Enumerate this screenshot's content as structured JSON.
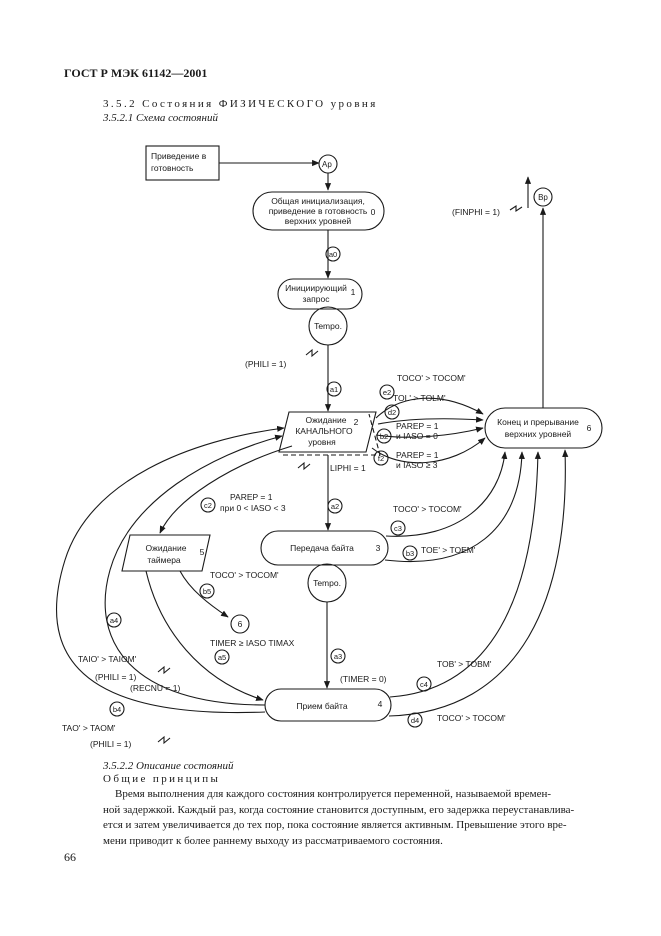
{
  "header": {
    "title": "ГОСТ Р МЭК 61142—2001"
  },
  "section_352": "3.5.2 Состояния ФИЗИЧЕСКОГО уровня",
  "section_3521": "3.5.2.1 Схема состояний",
  "diagram": {
    "prep_box": [
      "Приведение в",
      "готовность"
    ],
    "node_ap": "Ap",
    "node_bp": "Bp",
    "state0": {
      "lines": [
        "Общая инициализация,",
        "приведение в готовность",
        "верхних уровней"
      ],
      "num": "0"
    },
    "state1": {
      "lines": [
        "Инициирующий",
        "запрос"
      ],
      "num": "1"
    },
    "tempo1": "Tempo.",
    "state2": {
      "lines": [
        "Ожидание",
        "КАНАЛЬНОГО",
        "уровня"
      ],
      "num": "2"
    },
    "state3": {
      "lines": [
        "Передача байта"
      ],
      "num": "3"
    },
    "tempo3": "Tempo.",
    "state4": {
      "lines": [
        "Прием байта"
      ],
      "num": "4"
    },
    "state5": {
      "lines": [
        "Ожидание",
        "таймера"
      ],
      "num": "5"
    },
    "state6": {
      "lines": [
        "Конец и прерывание",
        "верхних уровней"
      ],
      "num": "6"
    },
    "state6_small": "6",
    "t_a0": "a0",
    "t_a1": "a1",
    "t_a2": "a2",
    "t_a3": "a3",
    "t_a4": "a4",
    "t_a5": "a5",
    "t_b2": "b2",
    "t_b3": "b3",
    "t_b4": "b4",
    "t_b5": "b5",
    "t_c2": "c2",
    "t_c3": "c3",
    "t_c4": "c4",
    "t_d2": "d2",
    "t_d4": "d4",
    "t_e2": "e2",
    "t_f2": "f2",
    "lbl_finphi": "(FINPHI = 1)",
    "lbl_phil": "(PHILI = 1)",
    "lbl_toco_e2": "TOCO' > TOCOM'",
    "lbl_tol": "TOL' > TOLM'",
    "lbl_parep_b2": [
      "PAREP = 1",
      "и IASO = 0"
    ],
    "lbl_parep_f2": [
      "PAREP = 1",
      "и IASO ≥ 3"
    ],
    "lbl_liphi": "LIPHI = 1",
    "lbl_parep_c2": [
      "PAREP = 1",
      "при 0 < IASO < 3"
    ],
    "lbl_toco_c3": "TOCO' > TOCOM'",
    "lbl_toe": "TOE' > TOEM'",
    "lbl_toco_b5": "TOCO' > TOCOM'",
    "lbl_timer_iaso": "TIMER ≥ IASO TIMAX",
    "lbl_taio": "TAIO' > TAIOM'",
    "lbl_phili_a": "(PHILI = 1)",
    "lbl_recnu": "(RECNU = 1)",
    "lbl_timer0": "(TIMER = 0)",
    "lbl_tob": "TOB' > TOBM'",
    "lbl_tao": "TAO' > TAOM'",
    "lbl_phili_b": "(PHILI = 1)",
    "lbl_toco_d4": "TOCO' > TOCOM'"
  },
  "section_3522": "3.5.2.2 Описание состояний",
  "general_heading": "Общие принципы",
  "paragraph_lines": [
    "Время выполнения для каждого состояния контролируется переменной, называемой времен-",
    "ной задержкой. Каждый раз, когда состояние становится доступным, его задержка переустанавлива-",
    "ется и затем увеличивается до тех пор, пока состояние является активным. Превышение этого вре-",
    "мени приводит к более раннему выходу из рассматриваемого состояния."
  ],
  "page_number": "66"
}
